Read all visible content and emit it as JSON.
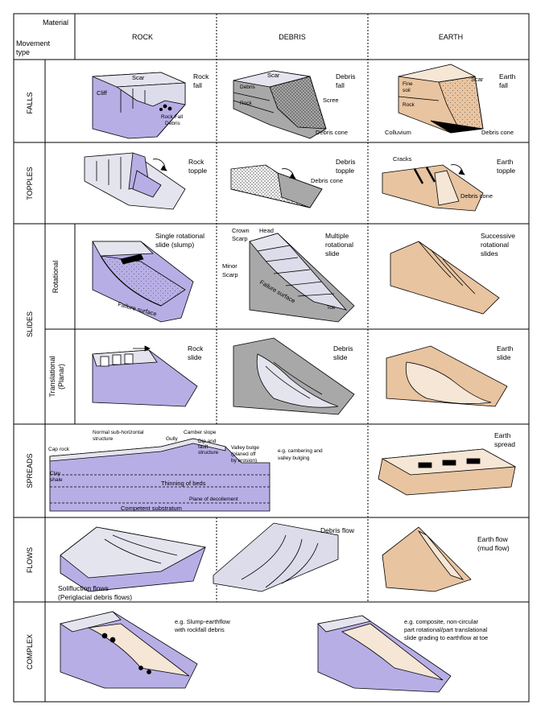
{
  "header": {
    "material_label": "Material",
    "movement_type_label_1": "Movement",
    "movement_type_label_2": "type",
    "columns": [
      "ROCK",
      "DEBRIS",
      "EARTH"
    ]
  },
  "rows": {
    "falls": "FALLS",
    "topples": "TOPPLES",
    "slides": "SLIDES",
    "rotational": "Rotational",
    "translational_1": "Translational",
    "translational_2": "(Planar)",
    "spreads": "SPREADS",
    "flows": "FLOWS",
    "complex": "COMPLEX"
  },
  "falls": {
    "rock": {
      "title_1": "Rock",
      "title_2": "fall",
      "scar": "Scar",
      "cliff": "Cliff",
      "debris_1": "Rock Fall",
      "debris_2": "Debris"
    },
    "debris": {
      "title_1": "Debris",
      "title_2": "fall",
      "scar": "Scar",
      "scree": "Scree",
      "cone": "Debris cone",
      "debris": "Debris",
      "rock": "Rock"
    },
    "earth": {
      "title_1": "Earth",
      "title_2": "fall",
      "scar": "Scar",
      "fine_1": "Fine",
      "fine_2": "soil",
      "rock": "Rock",
      "colluvium": "Colluvium",
      "cone": "Debris cone"
    }
  },
  "topples": {
    "rock": {
      "title_1": "Rock",
      "title_2": "topple"
    },
    "debris": {
      "title_1": "Debris",
      "title_2": "topple",
      "cone": "Debris cone"
    },
    "earth": {
      "title_1": "Earth",
      "title_2": "topple",
      "cracks": "Cracks",
      "cone": "Debris cone"
    }
  },
  "slides_rot": {
    "rock": {
      "title_1": "Single rotational",
      "title_2": "slide (slump)",
      "failure": "Failure surface"
    },
    "debris": {
      "title_1": "Multiple",
      "title_2": "rotational",
      "title_3": "slide",
      "crown_1": "Crown",
      "crown_2": "Scarp",
      "head": "Head",
      "minor_1": "Minor",
      "minor_2": "Scarp",
      "failure": "Failure surface",
      "toe": "Toe"
    },
    "earth": {
      "title_1": "Successive",
      "title_2": "rotational",
      "title_3": "slides"
    }
  },
  "slides_trans": {
    "rock": {
      "title_1": "Rock",
      "title_2": "slide"
    },
    "debris": {
      "title_1": "Debris",
      "title_2": "slide"
    },
    "earth": {
      "title_1": "Earth",
      "title_2": "slide"
    }
  },
  "spreads": {
    "normal_1": "Normal sub-horizontal",
    "normal_2": "structure",
    "gully": "Gully",
    "camber": "Camber slope",
    "dip_1": "Dip and",
    "dip_2": "fault",
    "dip_3": "structure",
    "valley_1": "Valley bulge",
    "valley_2": "(planed off",
    "valley_3": "by erosion)",
    "cap": "Cap rock",
    "clay_1": "Clay",
    "clay_2": "shale",
    "thinning": "Thinning of beds",
    "decollement": "Plane of decollement",
    "competent": "Competent substratum",
    "eg_1": "e.g. cambering and",
    "eg_2": "valley bulging",
    "earth_1": "Earth",
    "earth_2": "spread"
  },
  "flows": {
    "soli_1": "Solifluction flows",
    "soli_2": "(Periglacial debris flows)",
    "debris": "Debris flow",
    "earth_1": "Earth flow",
    "earth_2": "(mud flow)"
  },
  "complex": {
    "left_1": "e.g. Slump-earthflow",
    "left_2": "with rockfall debris",
    "right_1": "e.g. composite, non-circular",
    "right_2": "part rotational/part translational",
    "right_3": "slide grading to earthflow at toe"
  },
  "colors": {
    "rock_purple": "#b8aee6",
    "debris_grey": "#a8a8a8",
    "earth_tan": "#e8c4a0",
    "light_grey": "#e4e4ee"
  }
}
